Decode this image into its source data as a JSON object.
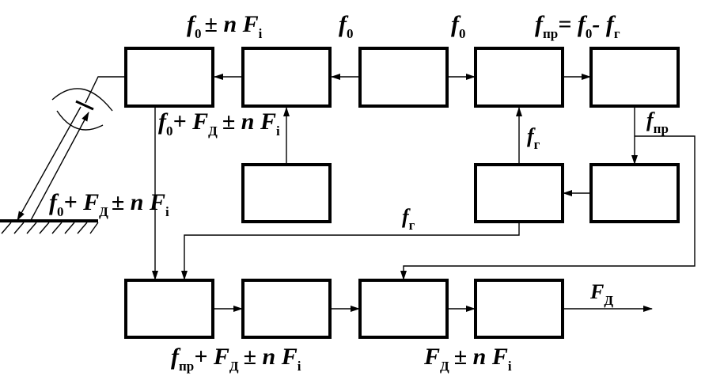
{
  "labels": {
    "top_left": {
      "f": "f",
      "s0": "0",
      "rest": "± n F",
      "i": "i"
    },
    "top_f0_a": {
      "f": "f",
      "s0": "0"
    },
    "top_f0_b": {
      "f": "f",
      "s0": "0"
    },
    "top_fpr": {
      "f": "f",
      "spr": "пр",
      "eq": "= f",
      "s0": "0",
      "minus": "- f",
      "sg": "г"
    },
    "under_b1": {
      "f": "f",
      "s0": "0",
      "plus": "+ F",
      "sd": "Д",
      "rest": "± n F",
      "i": "i"
    },
    "fpr_branch": {
      "f": "f",
      "spr": "пр"
    },
    "fg_vertical": {
      "f": "f",
      "sg": "г"
    },
    "fg_horizontal": {
      "f": "f",
      "sg": "г"
    },
    "echo_label": {
      "f": "f",
      "s0": "0",
      "plus": "+ F",
      "sd": "Д",
      "rest": "± n F",
      "i": "i"
    },
    "output": {
      "F": "F",
      "sd": "Д"
    },
    "bottom_left": {
      "f": "f",
      "spr": "пр",
      "plus": "+ F",
      "sd": "Д",
      "rest": "± n F",
      "i": "i"
    },
    "bottom_right": {
      "F": "F",
      "sd": "Д",
      "rest": "± n F",
      "i": "i"
    }
  }
}
